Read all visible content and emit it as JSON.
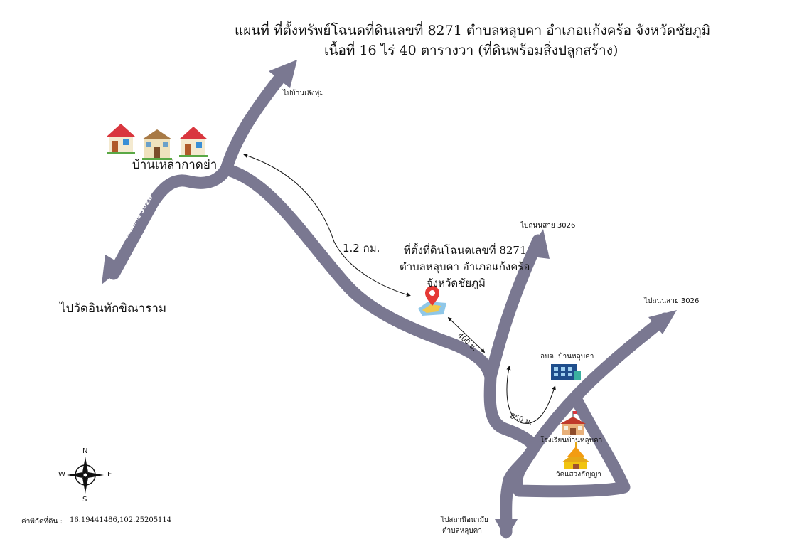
{
  "title": {
    "line1": "แผนที่ ที่ตั้งทรัพย์โฉนดที่ดินเลขที่ 8271 ตำบลหลุบคา อำเภอแก้งคร้อ จังหวัดชัยภูมิ",
    "line2": "เนื้อที่ 16 ไร่ 40 ตารางวา (ที่ดินพร้อมสิ่งปลูกสร้าง)"
  },
  "labels": {
    "to_ban_loeng_thum": "ไปบ้านเลิงทุ่ม",
    "village": "บ้านเหล่ากาดย่า",
    "road_3026_left": "ถนนสาย 3026",
    "to_wat_inthakhin": "ไปวัดอินทักขิณาราม",
    "distance_1_2km": "1.2 กม.",
    "property_line1": "ที่ตั้งที่ดินโฉนดเลขที่ 8271",
    "property_line2": "ตำบลหลุบคา อำเภอแก้งคร้อ",
    "property_line3": "จังหวัดชัยภูมิ",
    "to_road_3026_a": "ไปถนนสาย 3026",
    "to_road_3026_b": "ไปถนนสาย 3026",
    "distance_400m": "400 ม.",
    "sao_office": "อบต. บ้านหลุบคา",
    "distance_850m": "850 ม.",
    "school": "โรงเรียนบ้านหลุบคา",
    "temple": "วัดแสวงธัญญา",
    "health_station_line1": "ไปสถานีอนามัย",
    "health_station_line2": "ตำบลหลุบคา",
    "coords_label": "ค่าพิกัดที่ดิน :",
    "coords_value": "16.19441486,102.25205114"
  },
  "compass": {
    "n": "N",
    "s": "S",
    "e": "E",
    "w": "W"
  },
  "icons": {
    "houses": [
      "house-icon",
      "house-icon",
      "house-icon"
    ],
    "property": "map-pin-icon",
    "office": "office-building-icon",
    "school": "school-icon",
    "temple": "temple-icon",
    "compass": "compass-icon"
  },
  "colors": {
    "road": "#7a7891",
    "road_dark": "#6b6983",
    "pin": "#e53935",
    "text": "#111111"
  }
}
